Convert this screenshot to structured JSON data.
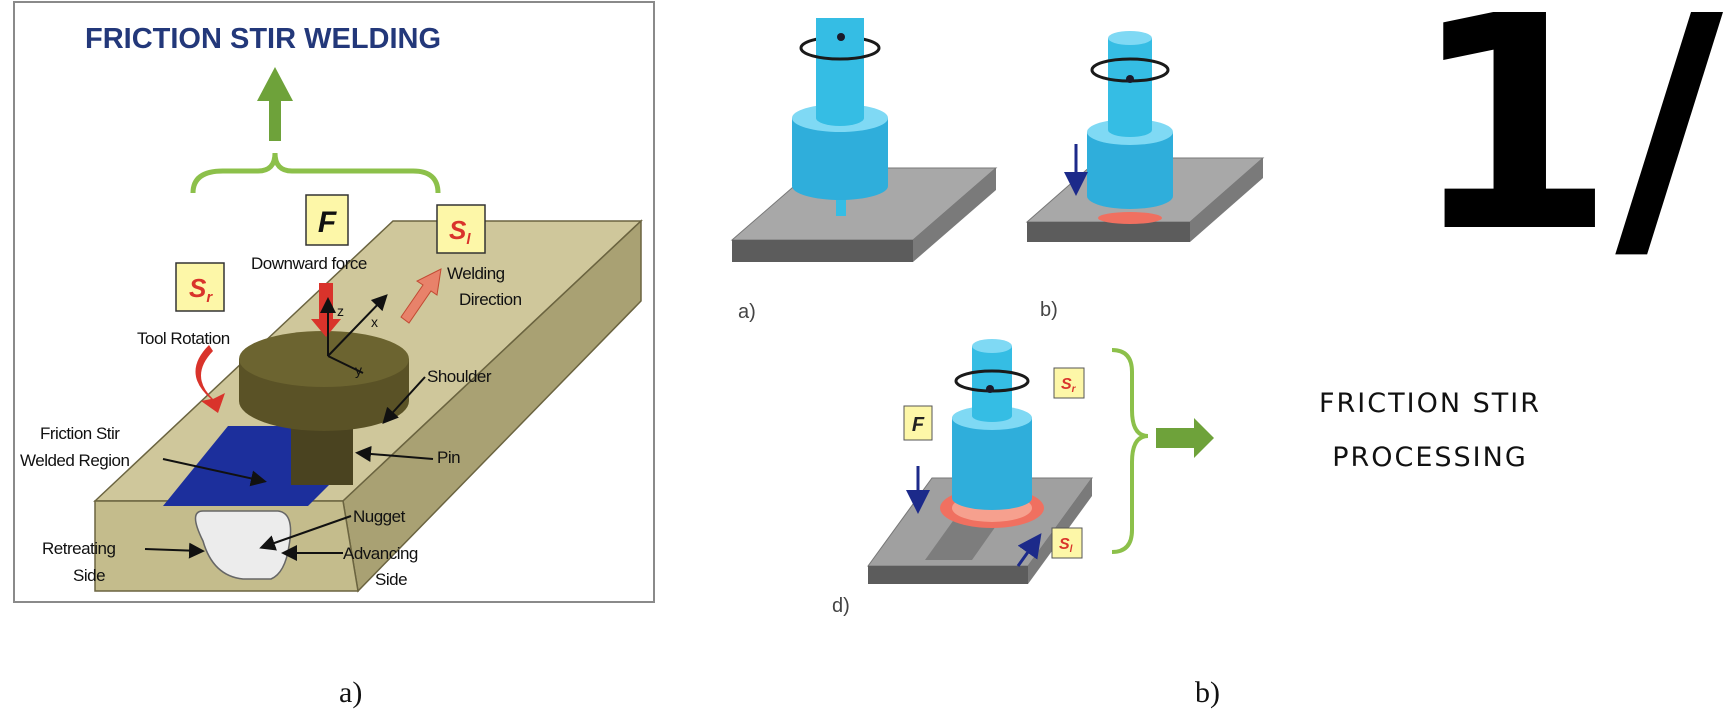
{
  "left_panel": {
    "title": "FRICTION STIR WELDING",
    "force_symbol": "F",
    "rotation_symbol": "S",
    "rotation_subscript": "r",
    "speed_symbol": "S",
    "speed_subscript": "l",
    "labels": {
      "downward_force": "Downward force",
      "welding_direction_1": "Welding",
      "welding_direction_2": "Direction",
      "tool_rotation": "Tool Rotation",
      "shoulder": "Shoulder",
      "pin": "Pin",
      "fsw_region_1": "Friction Stir",
      "fsw_region_2": "Welded Region",
      "nugget": "Nugget",
      "retreating_1": "Retreating",
      "retreating_2": "Side",
      "advancing_1": "Advancing",
      "advancing_2": "Side",
      "axis_z": "z",
      "axis_x": "x",
      "axis_y": "y"
    },
    "caption": "a)"
  },
  "right_panel": {
    "step_a": "a)",
    "step_b": "b)",
    "step_d": "d)",
    "force_symbol": "F",
    "rotation_symbol": "S",
    "rotation_subscript": "r",
    "speed_symbol": "S",
    "speed_subscript": "l",
    "result_line1": "FRICTION STIR",
    "result_line2": "PROCESSING",
    "page_number": "1/",
    "caption": "b)"
  },
  "colors": {
    "tool": "#35bde4",
    "plate": "#9e9e9e",
    "workpiece": "#c9c296",
    "shoulder": "#5a5226",
    "weld_region": "#1c2f9c",
    "green_arrow": "#6ea23a",
    "label_box": "#fdf7a8",
    "heat_ring": "#f07060",
    "title_blue": "#23387a"
  }
}
